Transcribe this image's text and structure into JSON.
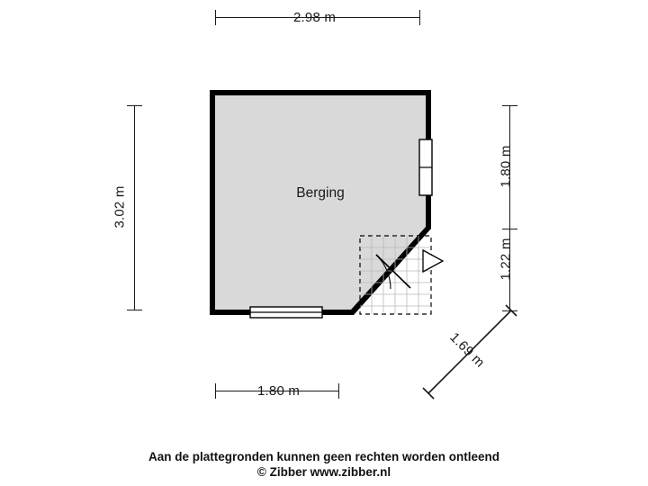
{
  "plan": {
    "room_label": "Berging",
    "dimensions": {
      "top": "2.98 m",
      "left": "3.02 m",
      "bottom": "1.80 m",
      "right_upper": "1.80 m",
      "right_lower": "1.22 m",
      "diagonal": "1.69 m"
    },
    "colors": {
      "wall": "#000000",
      "floor": "#d9d9d9",
      "background": "#ffffff",
      "line": "#1a1a1a"
    }
  },
  "footer": {
    "line1": "Aan de plattegronden kunnen geen rechten worden ontleend",
    "line2": "© Zibber www.zibber.nl"
  }
}
